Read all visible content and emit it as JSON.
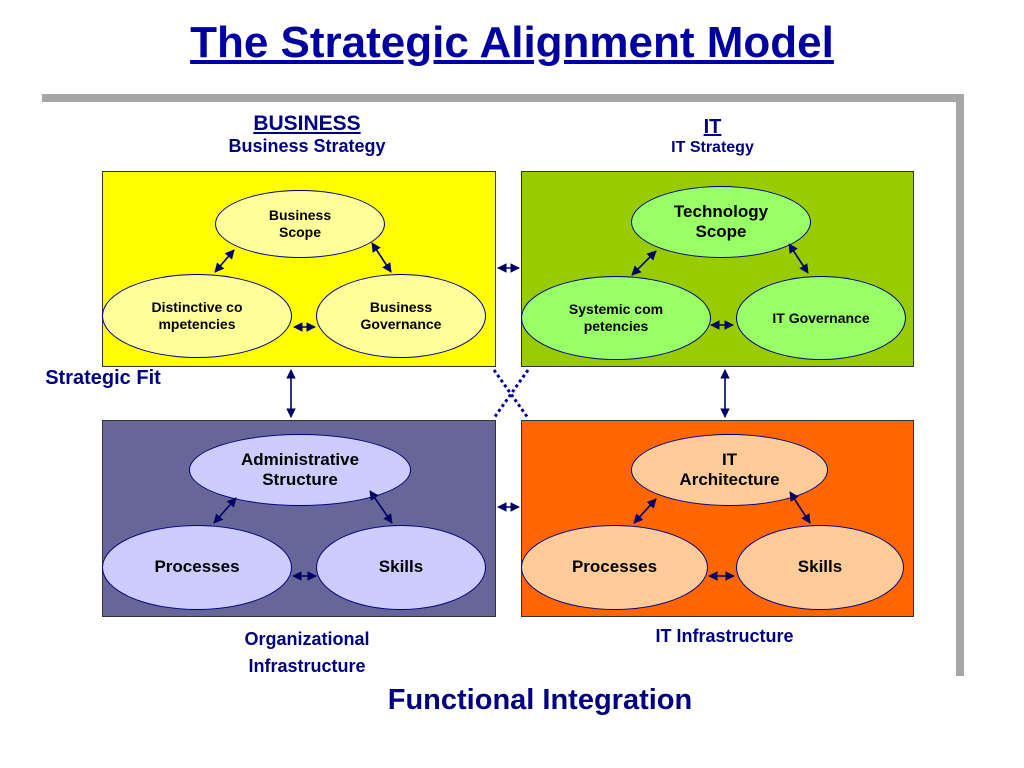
{
  "title": "The Strategic Alignment Model",
  "business_header": {
    "top": "BUSINESS",
    "bottom": "Business Strategy"
  },
  "it_header": {
    "top": "IT",
    "bottom": "IT Strategy"
  },
  "business_strategy": {
    "scope": "Business Scope",
    "competencies": "Distinctive competencies",
    "governance": "Business Governance"
  },
  "it_strategy": {
    "scope": "Technology Scope",
    "competencies": "Systemic competencies",
    "governance": "IT Governance"
  },
  "org_infrastructure": {
    "structure": "Administrative Structure",
    "processes": "Processes",
    "skills": "Skills"
  },
  "it_infrastructure": {
    "architecture": "IT Architecture",
    "processes": "Processes",
    "skills": "Skills"
  },
  "left_label": "Strategic Fit",
  "bottom_left_label": "Organizational Infrastructure",
  "bottom_right_label": "IT Infrastructure",
  "footer": "Functional Integration",
  "colors": {
    "business": "#ffff00",
    "it": "#99cc00",
    "organizational": "#666699",
    "it_infrastructure": "#ff6600",
    "text": "#000080"
  }
}
